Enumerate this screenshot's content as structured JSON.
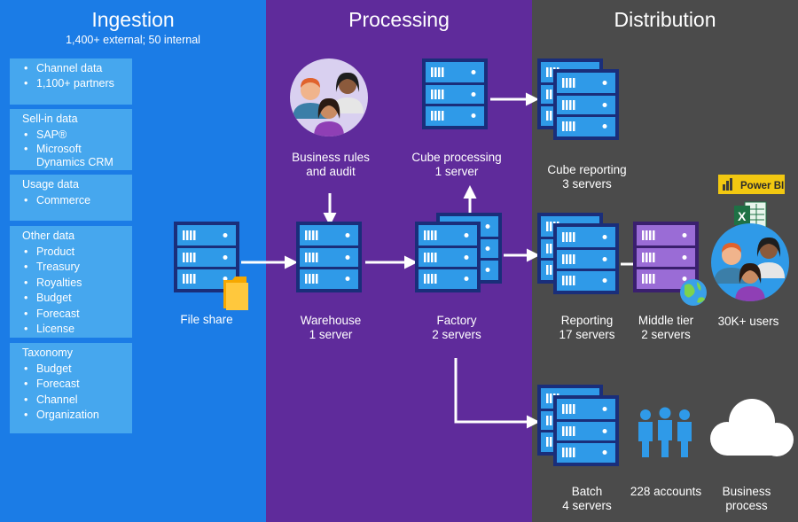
{
  "colors": {
    "ingestion_bg": "#1b7ce6",
    "processing_bg": "#5f2b9b",
    "distribution_bg": "#4b4b4b",
    "server_blue": "#2f9ae8",
    "server_purple": "#9a6cd6",
    "server_frame": "#1a2e7a",
    "source_box": "#46a7ee",
    "powerbi_yellow": "#f2c811",
    "excel_green": "#1e7145"
  },
  "ingestion": {
    "title": "Ingestion",
    "subtitle": "1,400+ external; 50 internal",
    "groups": [
      {
        "heading": "",
        "items": [
          "Channel data",
          "1,100+ partners"
        ]
      },
      {
        "heading": "Sell-in data",
        "items": [
          "SAP®",
          "Microsoft Dynamics CRM"
        ]
      },
      {
        "heading": "Usage data",
        "items": [
          "Commerce"
        ]
      },
      {
        "heading": "Other data",
        "items": [
          "Product",
          "Treasury",
          "Royalties",
          "Budget",
          "Forecast",
          "License"
        ]
      },
      {
        "heading": "Taxonomy",
        "items": [
          "Budget",
          "Forecast",
          "Channel",
          "Organization"
        ]
      }
    ],
    "file_share": {
      "label": "File share"
    }
  },
  "processing": {
    "title": "Processing",
    "business_rules": {
      "line1": "Business rules",
      "line2": "and audit"
    },
    "cube_processing": {
      "line1": "Cube processing",
      "line2": "1 server"
    },
    "warehouse": {
      "line1": "Warehouse",
      "line2": "1 server"
    },
    "factory": {
      "line1": "Factory",
      "line2": "2 servers"
    }
  },
  "distribution": {
    "title": "Distribution",
    "cube_reporting": {
      "line1": "Cube reporting",
      "line2": "3 servers"
    },
    "reporting": {
      "line1": "Reporting",
      "line2": "17 servers"
    },
    "middle_tier": {
      "line1": "Middle tier",
      "line2": "2 servers"
    },
    "users": {
      "label": "30K+ users"
    },
    "power_bi": {
      "label": "Power BI"
    },
    "excel": {
      "letter": "X"
    },
    "batch": {
      "line1": "Batch",
      "line2": "4 servers"
    },
    "accounts": {
      "label": "228 accounts"
    },
    "business_process": {
      "line1": "Business",
      "line2": "process"
    }
  }
}
